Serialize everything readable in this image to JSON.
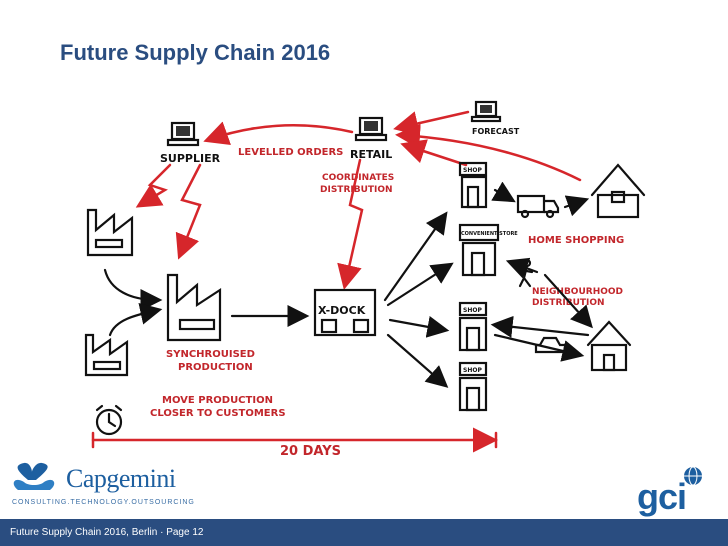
{
  "slide": {
    "title": "Future Supply Chain 2016",
    "footer": "Future Supply Chain 2016, Berlin · Page 12"
  },
  "diagram": {
    "nodes": {
      "supplier": "SUPPLIER",
      "retail": "RETAIL",
      "forecast": "FORECAST",
      "shop": "SHOP",
      "convenient_store": "CONVENIENT STORE",
      "xdock": "X-DOCK"
    },
    "labels": {
      "levelled_orders": "LEVELLED ORDERS",
      "coordinates_1": "COORDINATES",
      "coordinates_2": "DISTRIBUTION",
      "home_shopping": "HOME SHOPPING",
      "neigh_1": "NEIGHBOURHOOD",
      "neigh_2": "DISTRIBUTION",
      "sync_1": "SYNCHROUISED",
      "sync_2": "PRODUCTION",
      "move_1": "MOVE PRODUCTION",
      "move_2": "CLOSER TO CUSTOMERS",
      "days": "20 DAYS"
    },
    "colors": {
      "accent": "#d6262b",
      "ink": "#111111"
    }
  },
  "logos": {
    "capgemini_name": "Capgemini",
    "capgemini_tagline": "CONSULTING.TECHNOLOGY.OUTSOURCING",
    "gci": "gci"
  }
}
